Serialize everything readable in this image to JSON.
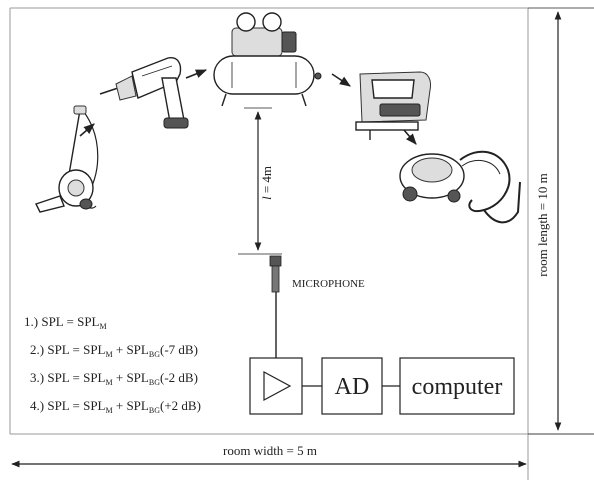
{
  "labels": {
    "distance_symbol": "l",
    "distance_value": " = 4m",
    "microphone": "MICROPHONE",
    "amplifier_symbol": "▷",
    "ad_converter": "AD",
    "computer": "computer",
    "room_length": "room length = 10 m",
    "room_width": "room width = 5 m"
  },
  "formulas": [
    {
      "num": "1.)",
      "parts": [
        [
          "t",
          " SPL = SPL"
        ],
        [
          "s",
          "M"
        ]
      ]
    },
    {
      "num": "2.)",
      "parts": [
        [
          "t",
          " SPL = SPL"
        ],
        [
          "s",
          "M"
        ],
        [
          "t",
          " + SPL"
        ],
        [
          "s",
          "BG"
        ],
        [
          "t",
          "(-7 dB)"
        ]
      ]
    },
    {
      "num": "3.)",
      "parts": [
        [
          "t",
          " SPL = SPL"
        ],
        [
          "s",
          "M"
        ],
        [
          "t",
          " + SPL"
        ],
        [
          "s",
          "BG"
        ],
        [
          "t",
          "(-2 dB)"
        ]
      ]
    },
    {
      "num": "4.)",
      "parts": [
        [
          "t",
          " SPL = SPL"
        ],
        [
          "s",
          "M"
        ],
        [
          "t",
          " + SPL"
        ],
        [
          "s",
          "BG"
        ],
        [
          "t",
          "(+2 dB)"
        ]
      ]
    }
  ],
  "devices": [
    {
      "id": "vacuum-upright",
      "icon": "upright-vacuum-cleaner-icon"
    },
    {
      "id": "drill",
      "icon": "power-drill-icon"
    },
    {
      "id": "compressor",
      "icon": "air-compressor-icon"
    },
    {
      "id": "jigsaw",
      "icon": "jigsaw-icon"
    },
    {
      "id": "vacuum-canister",
      "icon": "canister-vacuum-cleaner-icon"
    }
  ],
  "colors": {
    "ink": "#222222",
    "frame": "#999999",
    "background": "#ffffff"
  }
}
